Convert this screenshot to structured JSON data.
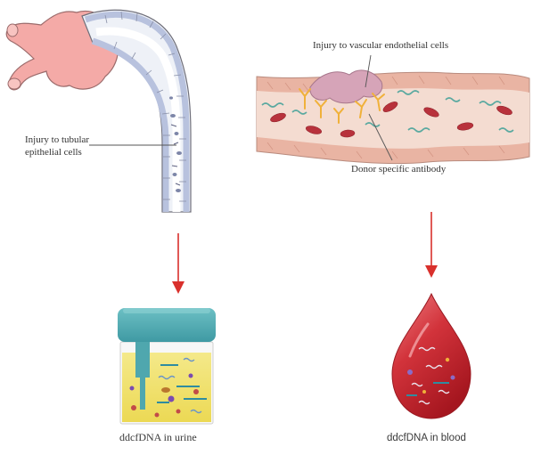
{
  "labels": {
    "tubular_line1": "Injury to tubular",
    "tubular_line2": "epithelial cells",
    "vascular": "Injury to vascular endothelial cells",
    "antibody": "Donor specific antibody"
  },
  "captions": {
    "urine": "ddcfDNA in  urine",
    "blood": "ddcfDNA in blood"
  },
  "colors": {
    "arrow": "#d9302c",
    "vessel_wall": "#e9b4a3",
    "vessel_lumen": "#f4dcd1",
    "kidney": "#f4aaa7",
    "tubule_cells": "#b8c2de",
    "cup_lid": "#5fb3b9",
    "urine": "#f0e26e",
    "blood": "#c4262e",
    "antibody": "#f0b13a",
    "dna": "#7fc6a4"
  }
}
